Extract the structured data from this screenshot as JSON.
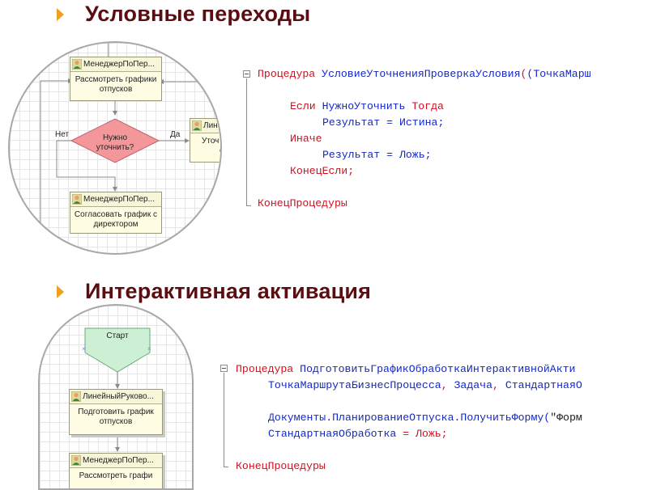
{
  "sections": [
    {
      "title": "Условные переходы"
    },
    {
      "title": "Интерактивная активация"
    }
  ],
  "diagram1": {
    "nodes": [
      {
        "header": "МенеджерПоПер...",
        "body": [
          "Рассмотреть графики",
          "отпусков"
        ]
      },
      {
        "header": "Лине",
        "body": [
          "Уточ",
          "о"
        ]
      },
      {
        "header": "МенеджерПоПер...",
        "body": [
          "Согласовать график с",
          "директором"
        ]
      }
    ],
    "condition": {
      "text": [
        "Нужно",
        "уточнить?"
      ],
      "no": "Нет",
      "yes": "Да"
    }
  },
  "diagram2": {
    "start": "Старт",
    "nodes": [
      {
        "header": "ЛинейныйРуково...",
        "body": [
          "Подготовить график",
          "отпусков"
        ]
      },
      {
        "header": "МенеджерПоПер...",
        "body": [
          "Рассмотреть графи"
        ]
      }
    ]
  },
  "code1": {
    "line1": {
      "kw": "Процедура",
      "name": "УсловиеУточненияПроверкаУсловия",
      "rest": "(ТочкаМарш"
    },
    "line2": {
      "kw1": "Если",
      "mid": "НужноУточнить",
      "kw2": "Тогда"
    },
    "line3": {
      "text": "Результат = Истина;"
    },
    "line4": {
      "kw": "Иначе"
    },
    "line5": {
      "text": "Результат = Ложь;"
    },
    "line6": {
      "kw": "КонецЕсли;"
    },
    "line7": {
      "kw": "КонецПроцедуры"
    }
  },
  "code2": {
    "line1": {
      "kw": "Процедура",
      "name": "ПодготовитьГрафикОбработкаИнтерактивнойАкти"
    },
    "line2": {
      "a": "ТочкаМаршрутаБизнесПроцесса",
      "b": "Задача",
      "c": "СтандартнаяО"
    },
    "line3": {
      "a": "Документы.ПланированиеОтпуска.ПолучитьФорму(",
      "b": "\"Форм"
    },
    "line4": {
      "a": "СтандартнаяОбработка",
      "b": "Ложь;"
    },
    "line5": {
      "kw": "КонецПроцедуры"
    }
  }
}
